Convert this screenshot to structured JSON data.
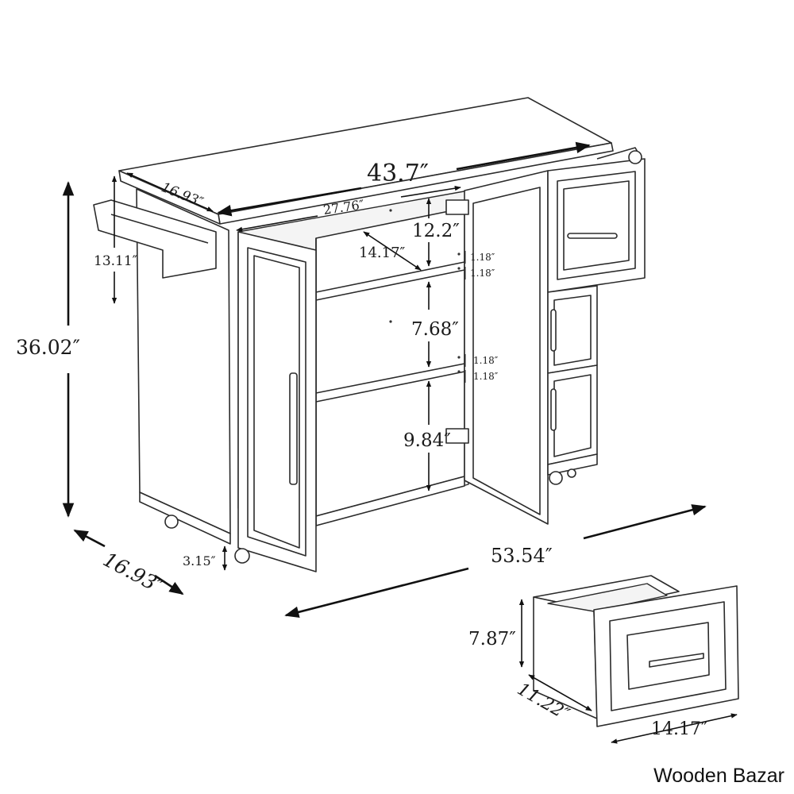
{
  "brand": "Wooden Bazar",
  "dimensions": {
    "top_width": "43.7″",
    "top_depth": "16.93″",
    "inner_width": "27.76″",
    "towel_bar_height": "13.11″",
    "total_height": "36.02″",
    "base_depth": "16.93″",
    "caster_height": "3.15″",
    "total_width": "53.54″",
    "shelf_top_gap": "12.2″",
    "shelf_depth": "14.17″",
    "shelf_thickness_1": "1.18″",
    "shelf_thickness_2": "1.18″",
    "shelf_middle_gap": "7.68″",
    "shelf_thickness_3": "1.18″",
    "shelf_thickness_4": "1.18″",
    "shelf_bottom_gap": "9.84″",
    "drawer_height": "7.87″",
    "drawer_depth": "11.22″",
    "drawer_width": "14.17″"
  }
}
